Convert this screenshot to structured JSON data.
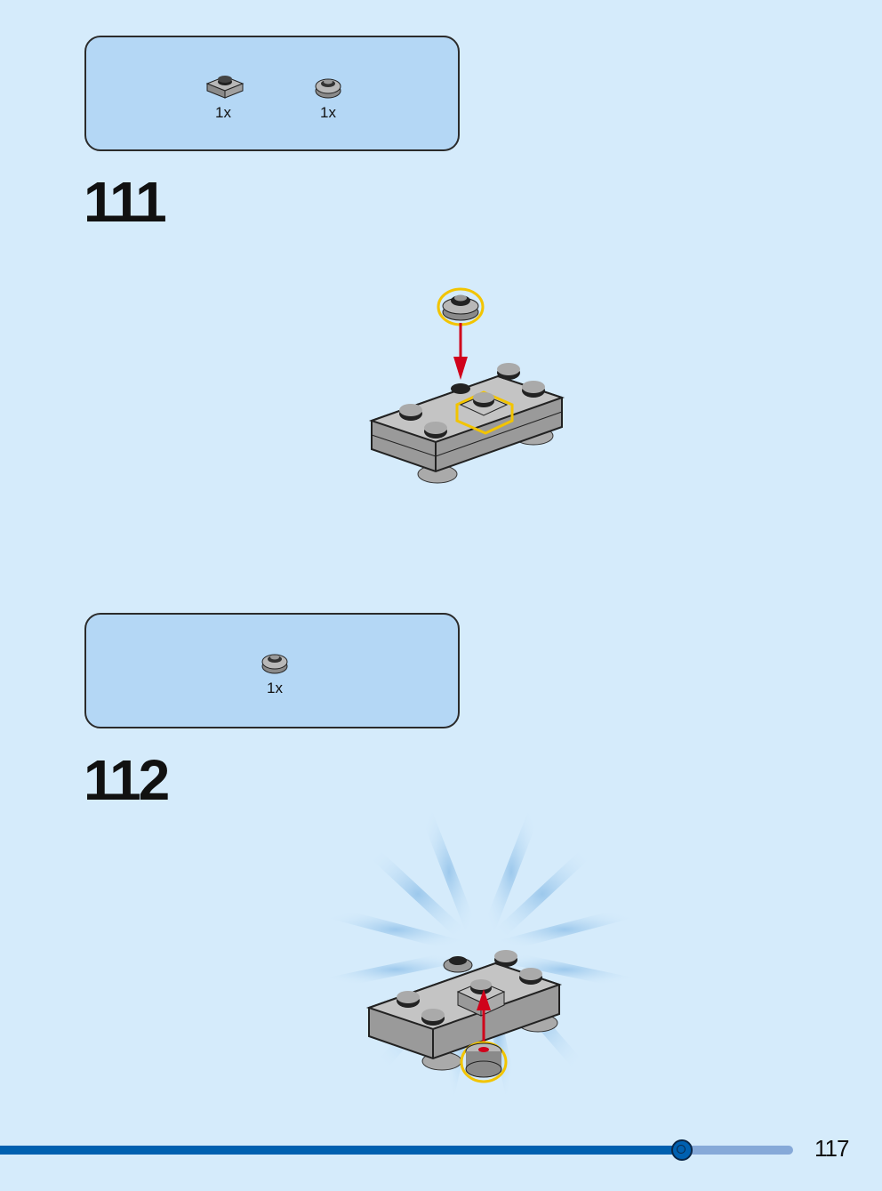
{
  "steps": [
    {
      "number": "111",
      "parts": [
        {
          "name": "plate-1x1-gray",
          "qty": "1x"
        },
        {
          "name": "round-plate-1x1-gray",
          "qty": "1x"
        }
      ]
    },
    {
      "number": "112",
      "parts": [
        {
          "name": "round-plate-1x1-gray",
          "qty": "1x"
        }
      ]
    }
  ],
  "page": {
    "number": "117",
    "progress": 0.86
  },
  "colors": {
    "background": "#d5ebfb",
    "parts_box": "#b4d7f5",
    "highlight": "#f2c400",
    "arrow": "#d0021b",
    "progress": "#0060b0"
  }
}
